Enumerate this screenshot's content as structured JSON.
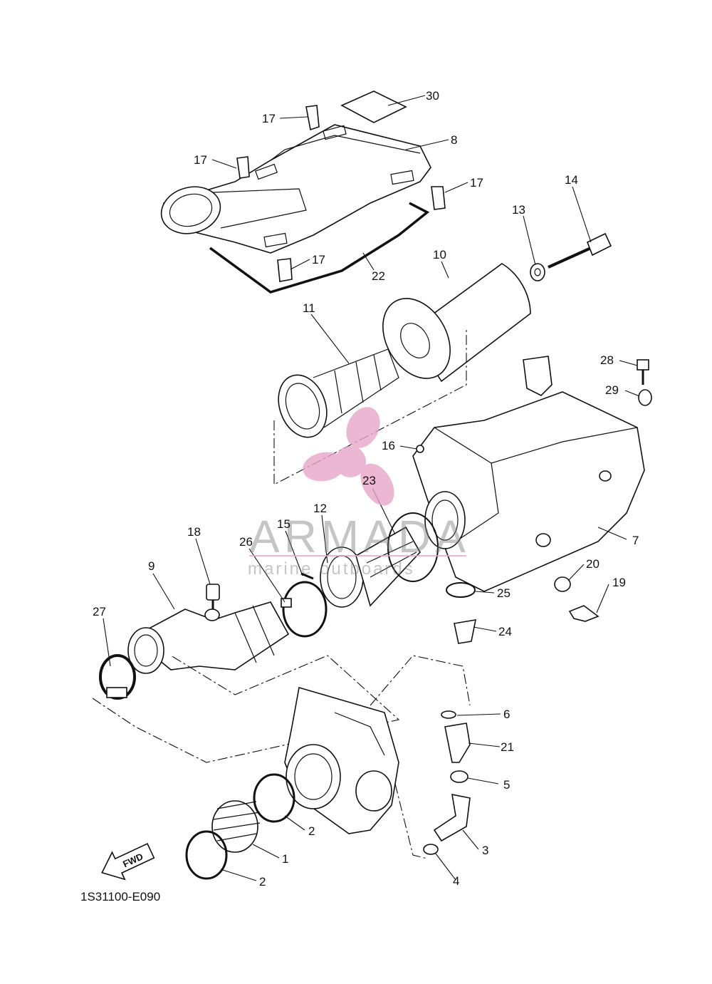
{
  "callouts": [
    "30",
    "17",
    "8",
    "17",
    "17",
    "17",
    "22",
    "14",
    "13",
    "10",
    "11",
    "28",
    "29",
    "16",
    "23",
    "12",
    "15",
    "26",
    "18",
    "9",
    "27",
    "7",
    "20",
    "19",
    "25",
    "24",
    "6",
    "21",
    "5",
    "3",
    "4",
    "2",
    "1",
    "2"
  ],
  "watermark": {
    "brand": "ARMADA",
    "tagline": "marine outboards"
  },
  "fwd_label": "FWD",
  "drawing_code": "1S31100-E090",
  "colors": {
    "line": "#111111",
    "watermark_pink": "#e7a6c9",
    "watermark_gray": "#7a7a7a"
  }
}
